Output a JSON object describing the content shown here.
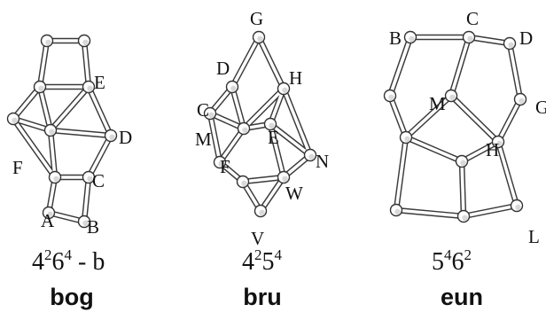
{
  "panels": [
    {
      "name": "bog",
      "caption_parts": [
        {
          "t": "4",
          "sup": false
        },
        {
          "t": "2",
          "sup": true
        },
        {
          "t": "6",
          "sup": false
        },
        {
          "t": "4",
          "sup": true
        },
        {
          "t": " - b",
          "sup": false
        }
      ],
      "vertex_labels": [
        "E",
        "D",
        "F",
        "C",
        "A",
        "B"
      ]
    },
    {
      "name": "bru",
      "caption_parts": [
        {
          "t": "4",
          "sup": false
        },
        {
          "t": "2",
          "sup": true
        },
        {
          "t": "5",
          "sup": false
        },
        {
          "t": "4",
          "sup": true
        }
      ],
      "vertex_labels": [
        "G",
        "D",
        "H",
        "C",
        "E",
        "N",
        "M",
        "F",
        "W",
        "V"
      ]
    },
    {
      "name": "eun",
      "caption_parts": [
        {
          "t": "5",
          "sup": false
        },
        {
          "t": "4",
          "sup": true
        },
        {
          "t": "6",
          "sup": false
        },
        {
          "t": "2",
          "sup": true
        }
      ],
      "vertex_labels": [
        "B",
        "C",
        "D",
        "M",
        "G",
        "H",
        "L"
      ]
    }
  ]
}
